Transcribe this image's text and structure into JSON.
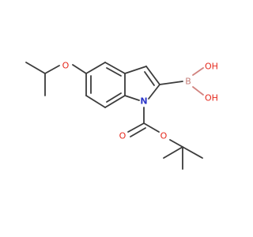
{
  "molecule": {
    "atoms": {
      "o_ether": "O",
      "n_ring": "N",
      "b_boron": "B",
      "oh_top": "OH",
      "oh_bottom": "OH",
      "o_carbonyl": "O",
      "o_ester": "O"
    },
    "colors": {
      "bond": "#3b3b3b",
      "oxygen": "#e5281c",
      "nitrogen": "#2b36c8",
      "boron": "#c57d78",
      "background": "#ffffff"
    }
  }
}
